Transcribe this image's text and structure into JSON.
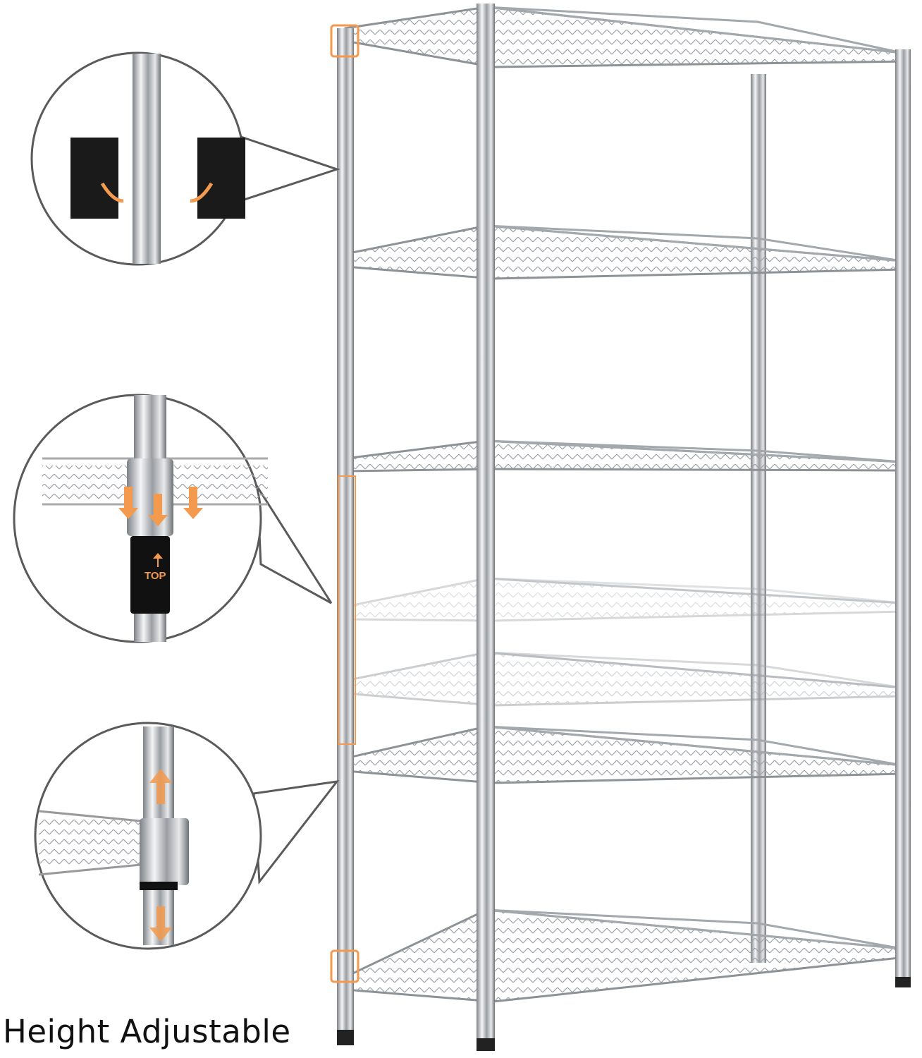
{
  "caption": "Height Adjustable",
  "callouts": [
    {
      "id": "clip-install",
      "icons": [
        "sleeve-clip-icon",
        "rotate-arrow-icon"
      ]
    },
    {
      "id": "sleeve-top",
      "label": "TOP",
      "icons": [
        "down-arrow-icon",
        "up-arrow-icon"
      ]
    },
    {
      "id": "slide-adjust",
      "icons": [
        "up-down-arrow-icon"
      ]
    }
  ],
  "colors": {
    "accent": "#f39a4e",
    "chrome": "#c9ccd0",
    "outline": "#5a5a5a",
    "clip": "#1a1a1a"
  },
  "shelf_count": 5
}
